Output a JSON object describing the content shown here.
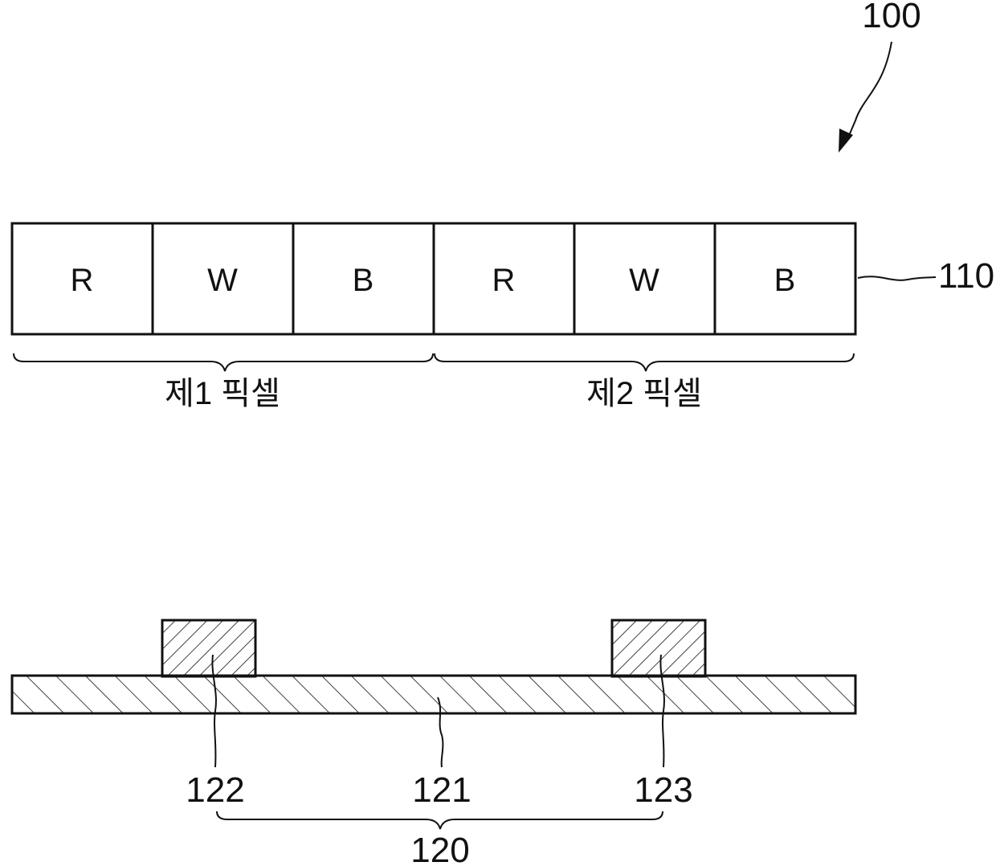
{
  "figure": {
    "ref_assembly": "100",
    "ref_filter_row": "110",
    "cells": [
      {
        "label": "R"
      },
      {
        "label": "W"
      },
      {
        "label": "B"
      },
      {
        "label": "R"
      },
      {
        "label": "W"
      },
      {
        "label": "B"
      }
    ],
    "pixel_groups": [
      {
        "label": "제1 픽셀"
      },
      {
        "label": "제2 픽셀"
      }
    ],
    "lower_structure": {
      "ref_left_block": "122",
      "ref_substrate": "121",
      "ref_right_block": "123",
      "ref_group": "120"
    }
  }
}
